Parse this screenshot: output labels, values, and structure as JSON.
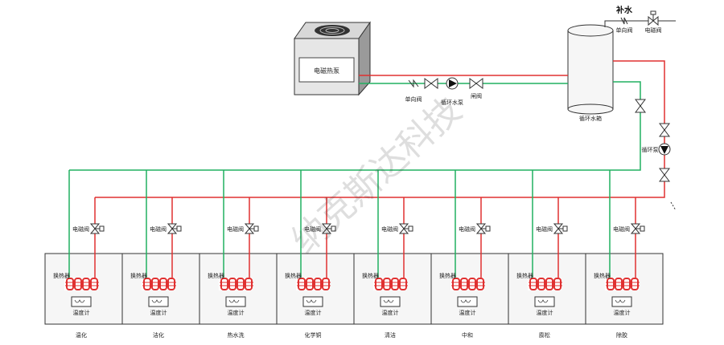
{
  "colors": {
    "hot": "#e03030",
    "cold": "#20b060",
    "line": "#333333",
    "tank_bg": "#f6f6f6",
    "tank_rim": "#c7c7c7"
  },
  "heat_pump": {
    "label": "电磁热泵"
  },
  "pump_line": {
    "check_valve": "单向阀",
    "circ_pump": "循环水泵",
    "gate_valve": "闸阀"
  },
  "tank": {
    "label": "循环水箱"
  },
  "makeup": {
    "title": "补水",
    "check_valve": "单向阀",
    "solenoid": "电磁阀"
  },
  "return_pump": {
    "label": "循环泵"
  },
  "watermark": "纳克斯达科技",
  "tanks": [
    {
      "name": "温化",
      "valve": "电磁阀",
      "exchanger": "换热器",
      "meter": "温度计"
    },
    {
      "name": "洁化",
      "valve": "电磁阀",
      "exchanger": "换热器",
      "meter": "温度计"
    },
    {
      "name": "热水洗",
      "valve": "电磁阀",
      "exchanger": "换热器",
      "meter": "温度计"
    },
    {
      "name": "化学铜",
      "valve": "电磁阀",
      "exchanger": "换热器",
      "meter": "温度计"
    },
    {
      "name": "清洁",
      "valve": "电磁阀",
      "exchanger": "换热器",
      "meter": "温度计"
    },
    {
      "name": "中和",
      "valve": "电磁阀",
      "exchanger": "换热器",
      "meter": "温度计"
    },
    {
      "name": "膨松",
      "valve": "电磁阀",
      "exchanger": "换热器",
      "meter": "温度计"
    },
    {
      "name": "除胶",
      "valve": "电磁阀",
      "exchanger": "换热器",
      "meter": "温度计"
    }
  ]
}
